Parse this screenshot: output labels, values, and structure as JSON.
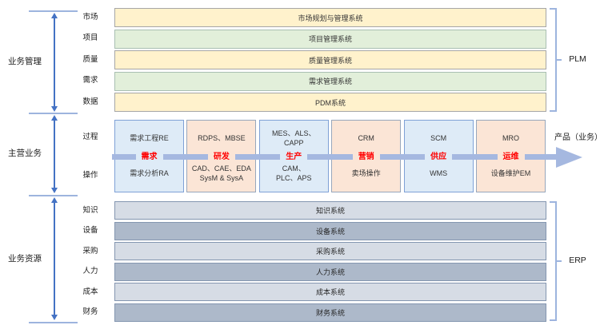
{
  "palette": {
    "plm_row_yellow": "#FFF2CC",
    "plm_row_green": "#E2EFDA",
    "chain_cell_blue": "#DEEBF7",
    "chain_cell_orange": "#FBE5D6",
    "erp_row_light": "#D6DCE5",
    "erp_row_dark": "#ADB9CA",
    "stage_text_red": "#FF0000",
    "flow_arrow_blue": "#A5B8E0",
    "rail_arrow_blue": "#4472C4",
    "bracket_line_blue": "#9DB4DE"
  },
  "left_rail": {
    "sections": [
      {
        "label": "业务管理"
      },
      {
        "label": "主营业务"
      },
      {
        "label": "业务资源"
      }
    ]
  },
  "plm": {
    "bracket_label": "PLM",
    "rows": [
      {
        "label": "市场",
        "system": "市场规划与管理系统"
      },
      {
        "label": "项目",
        "system": "项目管理系统"
      },
      {
        "label": "质量",
        "system": "质量管理系统"
      },
      {
        "label": "需求",
        "system": "需求管理系统"
      },
      {
        "label": "数据",
        "system": "PDM系统"
      }
    ]
  },
  "value_chain": {
    "row_labels": {
      "top": "过程",
      "bottom": "操作"
    },
    "output_label": "产品（业务）",
    "stages": [
      {
        "process": "需求工程RE",
        "stage": "需求",
        "operation": "需求分析RA"
      },
      {
        "process": "RDPS、MBSE",
        "stage": "研发",
        "operation": "CAD、CAE、EDA\nSysM & SysA"
      },
      {
        "process": "MES、ALS、CAPP",
        "stage": "生产",
        "operation": "CAM、\nPLC、APS"
      },
      {
        "process": "CRM",
        "stage": "营销",
        "operation": "卖场操作"
      },
      {
        "process": "SCM",
        "stage": "供应",
        "operation": "WMS"
      },
      {
        "process": "MRO",
        "stage": "运维",
        "operation": "设备维护EM"
      }
    ]
  },
  "erp": {
    "bracket_label": "ERP",
    "rows": [
      {
        "label": "知识",
        "system": "知识系统"
      },
      {
        "label": "设备",
        "system": "设备系统"
      },
      {
        "label": "采购",
        "system": "采购系统"
      },
      {
        "label": "人力",
        "system": "人力系统"
      },
      {
        "label": "成本",
        "system": "成本系统"
      },
      {
        "label": "财务",
        "system": "财务系统"
      }
    ]
  }
}
